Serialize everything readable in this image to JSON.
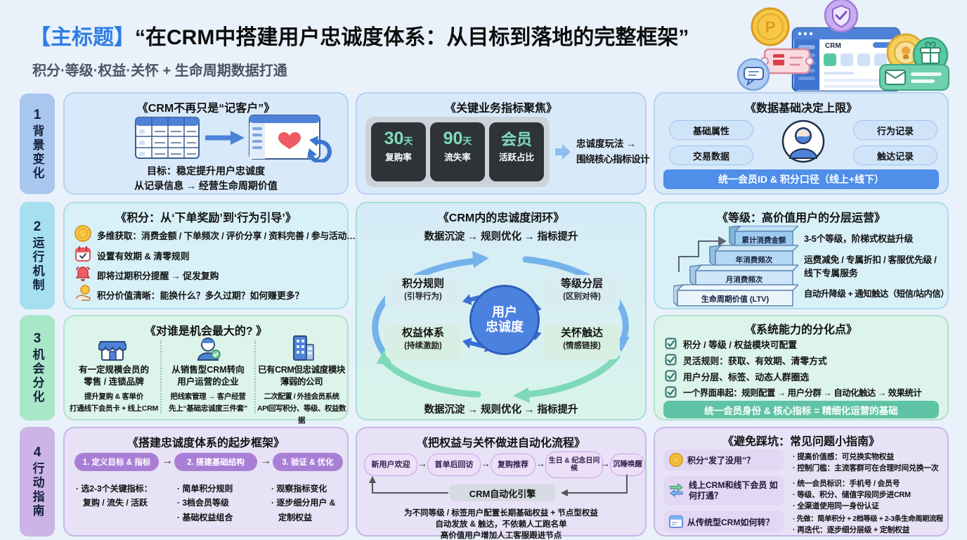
{
  "colors": {
    "page_bg": "#e9f1fb",
    "accent_blue": "#4f8ee9",
    "accent_green": "#5fc3a5",
    "tile_dark": "#2e3338",
    "tile_number": "#7fdcba",
    "loop_circle": "#4b82e0",
    "step_purple": "#a97fd6"
  },
  "header": {
    "title_prefix": "【主标题】",
    "title_main": "“在CRM中搭建用户忠诚度体系：从目标到落地的完整框架”",
    "subtitle": "积分·等级·权益·关怀 + 生命周期数据打通",
    "illustration_app_label": "CRM"
  },
  "tabs": [
    {
      "num": "1",
      "label": "背景变化"
    },
    {
      "num": "2",
      "label": "运行机制"
    },
    {
      "num": "3",
      "label": "机会分化"
    },
    {
      "num": "4",
      "label": "行动指南"
    }
  ],
  "cards": {
    "crm_change": {
      "title": "《CRM不再只是“记客户”》",
      "line1": "目标：稳定提升用户忠诚度",
      "line2": "从记录信息 → 经营生命周期价值"
    },
    "metrics": {
      "title": "《关键业务指标聚焦》",
      "tiles": [
        {
          "big": "30",
          "unit": "天",
          "label": "复购率"
        },
        {
          "big": "90",
          "unit": "天",
          "label": "流失率"
        },
        {
          "big": "会员",
          "unit": "",
          "label": "活跃占比"
        }
      ],
      "note1": "忠诚度玩法 →",
      "note2": "围绕核心指标设计"
    },
    "data_base": {
      "title": "《数据基础决定上限》",
      "pills": [
        "基础属性",
        "交易数据",
        "行为记录",
        "触达记录"
      ],
      "bar": "统一会员ID & 积分口径（线上+线下）"
    },
    "points": {
      "title": "《积分：从‘下单奖励’到‘行为引导’》",
      "items": [
        {
          "icon": "coin-icon",
          "text": "多维获取：消费金额 / 下单频次 / 评价分享 / 资料完善 / 参与活动…"
        },
        {
          "icon": "calendar-icon",
          "text": "设置有效期 & 清零规则"
        },
        {
          "icon": "bell-icon",
          "text": "即将过期积分提醒 → 促发复购"
        },
        {
          "icon": "hand-coin-icon",
          "text": "积分价值清晰：能换什么？多久过期？如何赚更多？"
        }
      ]
    },
    "loop": {
      "title": "《CRM内的忠诚度闭环》",
      "cycle_text": "数据沉淀 → 规则优化 → 指标提升",
      "center_line1": "用户",
      "center_line2": "忠诚度",
      "boxes": [
        {
          "t": "积分规则",
          "s": "(引导行为)"
        },
        {
          "t": "等级分层",
          "s": "(区别对待)"
        },
        {
          "t": "权益体系",
          "s": "(持续激励)"
        },
        {
          "t": "关怀触达",
          "s": "(情感链接)"
        }
      ]
    },
    "levels": {
      "title": "《等级：高价值用户的分层运营》",
      "stairs": [
        "累计消费金额",
        "年消费频次",
        "月消费频次",
        "生命周期价值 (LTV)"
      ],
      "line1": "3-5个等级，阶梯式权益升级",
      "line2a": "运费减免 / 专属折扣 / 客服优先级 /",
      "line2b": "线下专属服务",
      "line3": "自动升降级 + 通知触达（短信/站内信）"
    },
    "opportunity": {
      "title": "《对谁是机会最大的? 》",
      "cols": [
        {
          "icon": "store-icon",
          "head1": "有一定规模会员的",
          "head2": "零售 / 连锁品牌",
          "sub1": "提升复购 & 客单价",
          "sub2": "打通线下会员卡 + 线上CRM"
        },
        {
          "icon": "agent-icon",
          "head1": "从销售型CRM转向",
          "head2": "用户运营的企业",
          "sub1": "把线索管理 → 客户经营",
          "sub2": "先上“基础忠诚度三件套”"
        },
        {
          "icon": "building-icon",
          "head1": "已有CRM但忠诚度模块",
          "head2": "薄弱的公司",
          "sub1": "二次配置 / 外挂会员系统",
          "sub2": "API回写积分、等级、权益数据"
        }
      ]
    },
    "system": {
      "title": "《系统能力的分化点》",
      "checks": [
        "积分 / 等级 / 权益模块可配置",
        "灵活规则：获取、有效期、清零方式",
        "用户分层、标签、动态人群圈选",
        "一个界面串起：规则配置 → 用户分群 → 自动化触达 → 效果统计"
      ],
      "bar": "统一会员身份 & 核心指标 = 精细化运营的基础"
    },
    "starter": {
      "title": "《搭建忠诚度体系的起步框架》",
      "steps": [
        "1. 定义目标 & 指标",
        "2. 搭建基础结构",
        "3. 验证 & 优化"
      ],
      "c1": [
        "· 选2-3个关键指标：",
        "复购 / 流失 / 活跃"
      ],
      "c2": [
        "· 简单积分规则",
        "· 3档会员等级",
        "· 基础权益组合"
      ],
      "c3": [
        "· 观察指标变化",
        "· 逐步细分用户 &",
        "定制权益"
      ]
    },
    "automation": {
      "title": "《把权益与关怀做进自动化流程》",
      "flow": [
        "新用户欢迎",
        "首单后回访",
        "复购推荐",
        "生日 & 纪念日问候",
        "沉睡唤醒"
      ],
      "engine": "CRM自动化引擎",
      "line1": "为不同等级 / 标签用户配置长期基础权益 + 节点型权益",
      "line2": "自动发放 & 触达，不依赖人工跑名单",
      "line3": "高价值用户增加人工客服跟进节点"
    },
    "faq": {
      "title": "《避免踩坑：常见问题小指南》",
      "q1": "积分“发了没用”？",
      "q1a1": "· 提高价值感：可兑换实物权益",
      "q1a2": "· 控制门槛：主流客群可在合理时间兑换一次",
      "q2": "线上CRM和线下会员 如何打通？",
      "q2a1": "· 统一会员标识：手机号 / 会员号",
      "q2a2": "· 等级、积分、储值字段同步进CRM",
      "q2a3": "· 全渠道使用同一身份认证",
      "q3": "从传统型CRM如何转？",
      "q3a1": "· 先做：简单积分 + 2档等级 + 2-3条生命周期流程",
      "q3a2": "· 再迭代：逐步细分层级 + 定制权益"
    }
  },
  "glyphs": {
    "arrow_right": "→"
  }
}
